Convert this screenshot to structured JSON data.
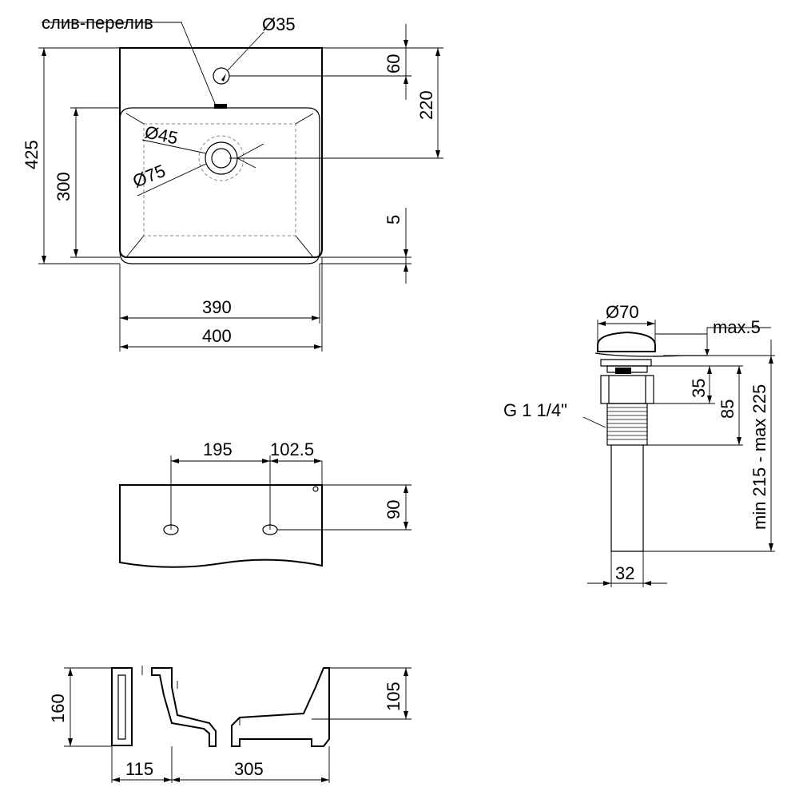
{
  "labels": {
    "overflow": "слив-перелив",
    "tap_hole_dia": "Ø35",
    "drain_dia_inner": "Ø45",
    "drain_dia_outer": "Ø75",
    "dim_425": "425",
    "dim_300": "300",
    "dim_60": "60",
    "dim_220": "220",
    "dim_5": "5",
    "dim_390": "390",
    "dim_400": "400",
    "dim_195": "195",
    "dim_102_5": "102.5",
    "dim_90": "90",
    "dim_160": "160",
    "dim_105": "105",
    "dim_115": "115",
    "dim_305": "305",
    "plug_dia": "Ø70",
    "max5": "max.5",
    "dim_35": "35",
    "dim_85": "85",
    "thread": "G 1 1/4\"",
    "range": "min 215 - max 225",
    "dim_32": "32"
  }
}
